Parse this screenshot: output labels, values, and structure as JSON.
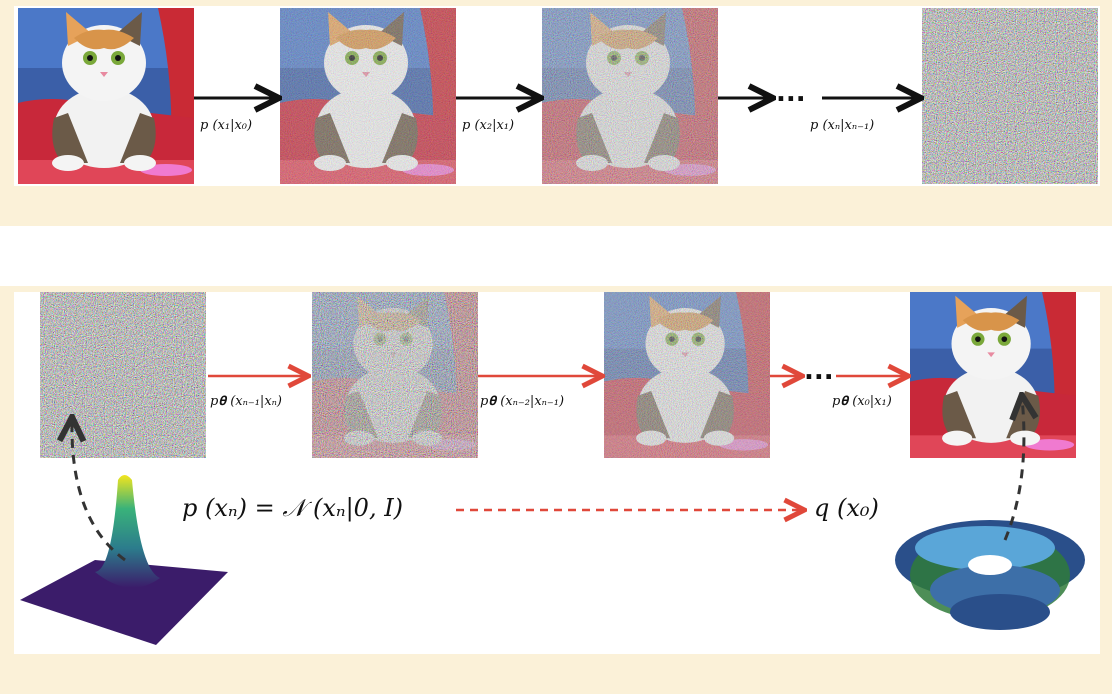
{
  "forward": {
    "labels": [
      "p (x₁|x₀)",
      "p (x₂|x₁)",
      "p (xₙ|xₙ₋₁)"
    ],
    "dots": "..."
  },
  "reverse": {
    "labels": [
      "p𝛉 (xₙ₋₁|xₙ)",
      "p𝛉 (xₙ₋₂|xₙ₋₁)",
      "p𝛉 (x₀|x₁)"
    ],
    "dots": "...",
    "prior_equation": "p (xₙ) = 𝒩 (xₙ|0, I)",
    "target": "q (x₀)"
  },
  "colors": {
    "panel_bg": "#fbf1d8",
    "forward_arrow": "#111111",
    "reverse_arrow": "#e0483a"
  }
}
